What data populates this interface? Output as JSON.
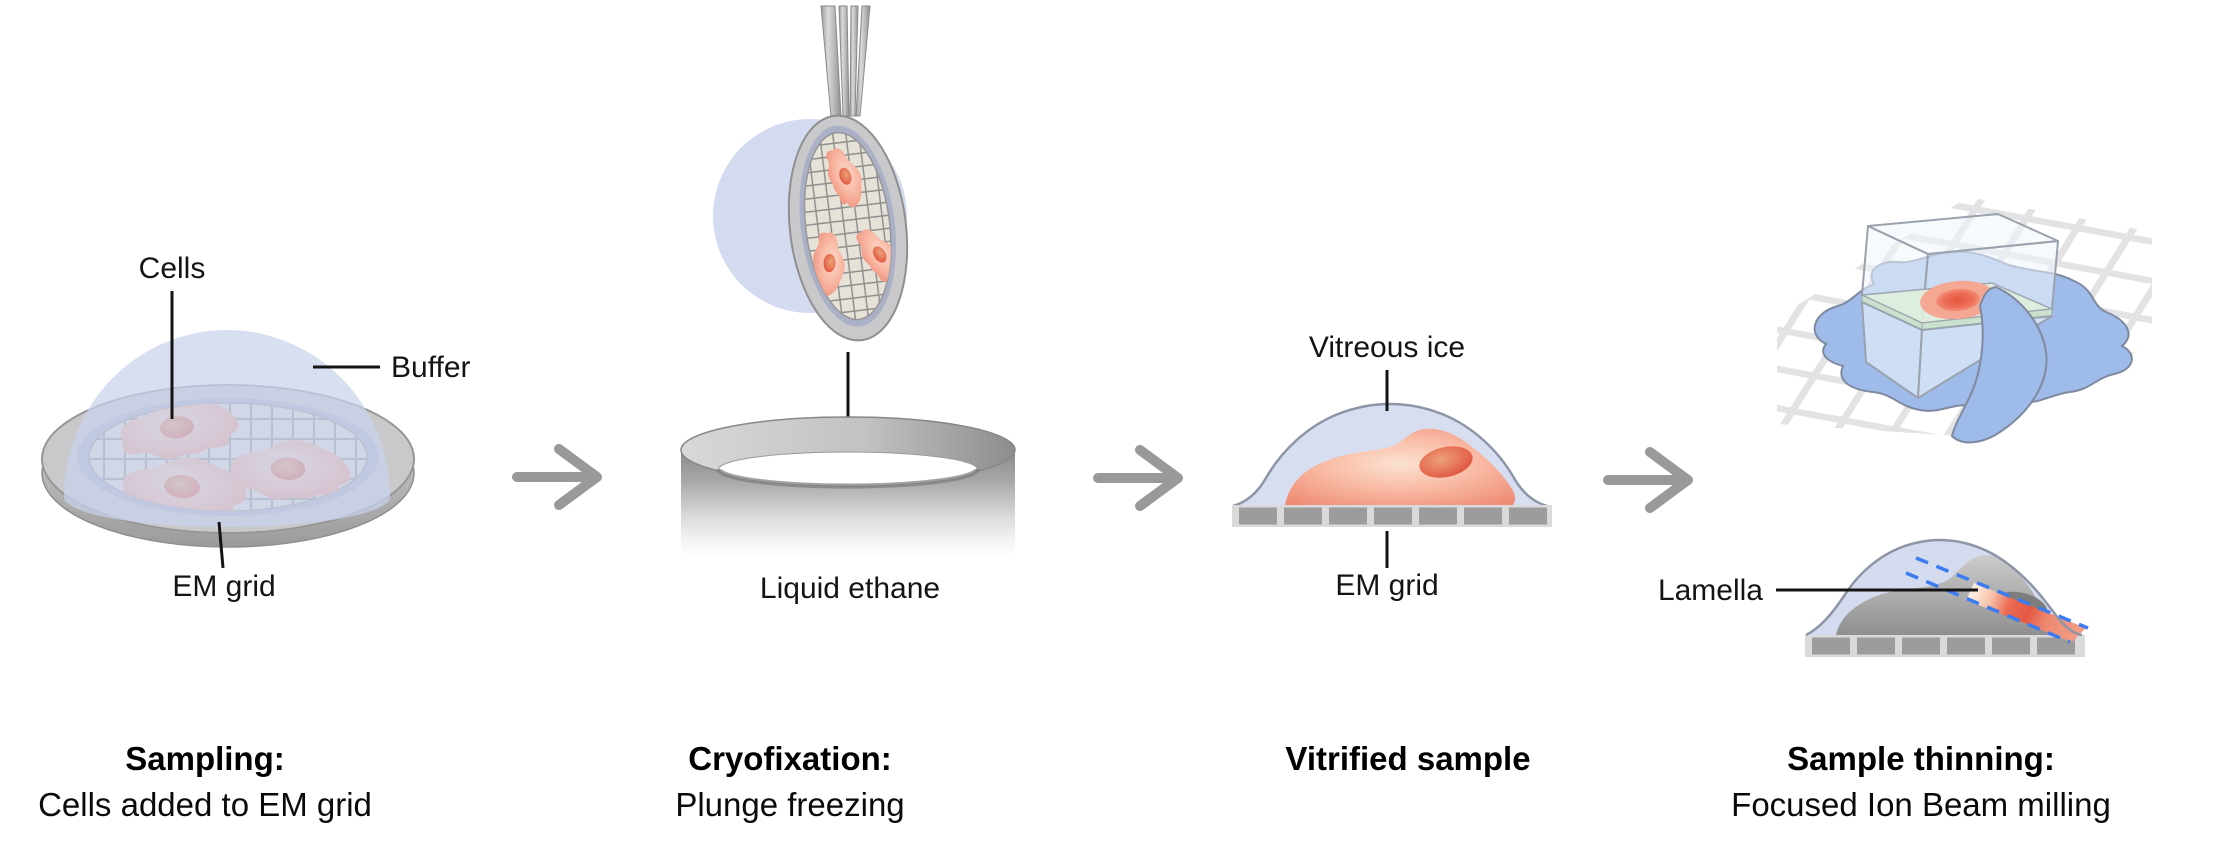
{
  "figure": {
    "type": "workflow-diagram",
    "topic": "Cryo-EM sample preparation workflow",
    "background": "#ffffff",
    "steps": [
      {
        "name": "sampling",
        "caption_title": "Sampling:",
        "caption_subtitle": "Cells added to EM grid",
        "labels": {
          "cells": "Cells",
          "buffer": "Buffer",
          "em_grid": "EM grid"
        }
      },
      {
        "name": "cryofixation",
        "caption_title": "Cryofixation:",
        "caption_subtitle": "Plunge freezing",
        "labels": {
          "liquid_ethane": "Liquid ethane"
        }
      },
      {
        "name": "vitrified-sample",
        "caption_title": "Vitrified sample",
        "caption_subtitle": "",
        "labels": {
          "vitreous_ice": "Vitreous ice",
          "em_grid": "EM grid"
        }
      },
      {
        "name": "sample-thinning",
        "caption_title": "Sample thinning:",
        "caption_subtitle": "Focused Ion Beam milling",
        "labels": {
          "lamella": "Lamella"
        }
      }
    ],
    "colors": {
      "buffer_ice": "#c9d2ec",
      "vitreous_ice_fill": "#d7deef",
      "cell_body": "#f6b19c",
      "cell_nucleus": "#e2513c",
      "metal_gray": "#c9c9cc",
      "grid_ring_blue": "#aab1c6",
      "mesh_beige": "#e6e2d8",
      "mesh_line": "#8f8f8f",
      "arrow_gray": "#999999",
      "frozen_cell_gray": "#a0a0a0",
      "splat_blue": "#9fbbea",
      "mill_dash_blue": "#3d7bf0",
      "lamella_plane_green": "#e0f0dc",
      "label_text": "#141414"
    }
  }
}
